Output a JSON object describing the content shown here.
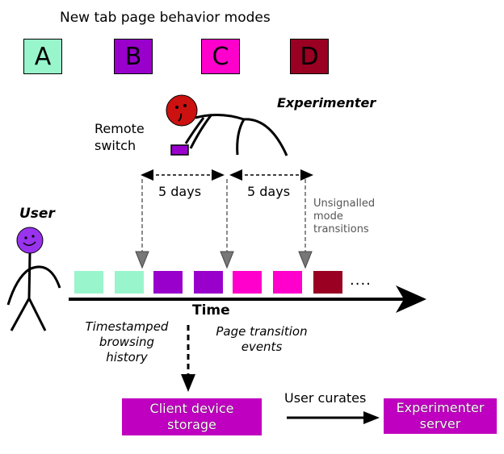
{
  "title": "New tab page behavior modes",
  "modes": [
    {
      "label": "A",
      "color": "#99f5cc"
    },
    {
      "label": "B",
      "color": "#9900cc"
    },
    {
      "label": "C",
      "color": "#ff00cc"
    },
    {
      "label": "D",
      "color": "#990022"
    }
  ],
  "experimenter": {
    "label": "Experimenter",
    "remote_line1": "Remote",
    "remote_line2": "switch"
  },
  "intervals": {
    "first": "5 days",
    "second": "5 days"
  },
  "unsignalled": {
    "line1": "Unsignalled",
    "line2": "mode",
    "line3": "transitions"
  },
  "user": {
    "label": "User"
  },
  "timeline": {
    "boxes": [
      "A",
      "A",
      "B",
      "B",
      "C",
      "C",
      "D"
    ],
    "ellipsis": "....",
    "axis_label": "Time"
  },
  "annotations": {
    "timestamped_line1": "Timestamped",
    "timestamped_line2": "browsing",
    "timestamped_line3": "history",
    "page_transition_line1": "Page transition",
    "page_transition_line2": "events"
  },
  "storage": {
    "line1": "Client device",
    "line2": "storage"
  },
  "curates": "User curates",
  "server": {
    "line1": "Experimenter",
    "line2": "server"
  },
  "colors": {
    "storage_fill": "#c000c0",
    "user_face": "#9933ee",
    "experimenter_face": "#cc1111",
    "dashed_arrow": "#666666"
  }
}
